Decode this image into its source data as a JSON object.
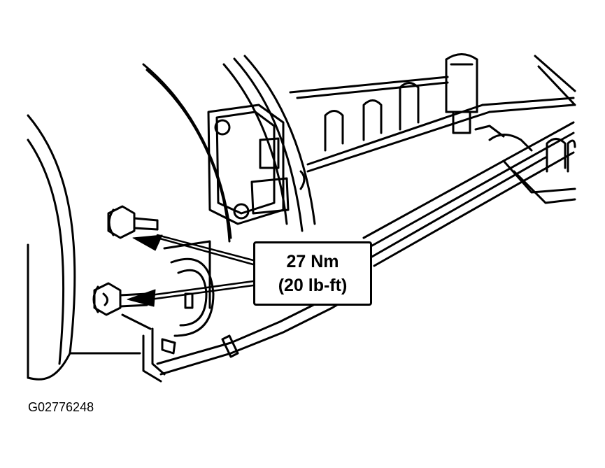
{
  "callout": {
    "torque_metric": "27 Nm",
    "torque_imperial": "(20 lb-ft)"
  },
  "figure_id": "G02776248",
  "colors": {
    "ink": "#000000",
    "paper": "#ffffff"
  }
}
